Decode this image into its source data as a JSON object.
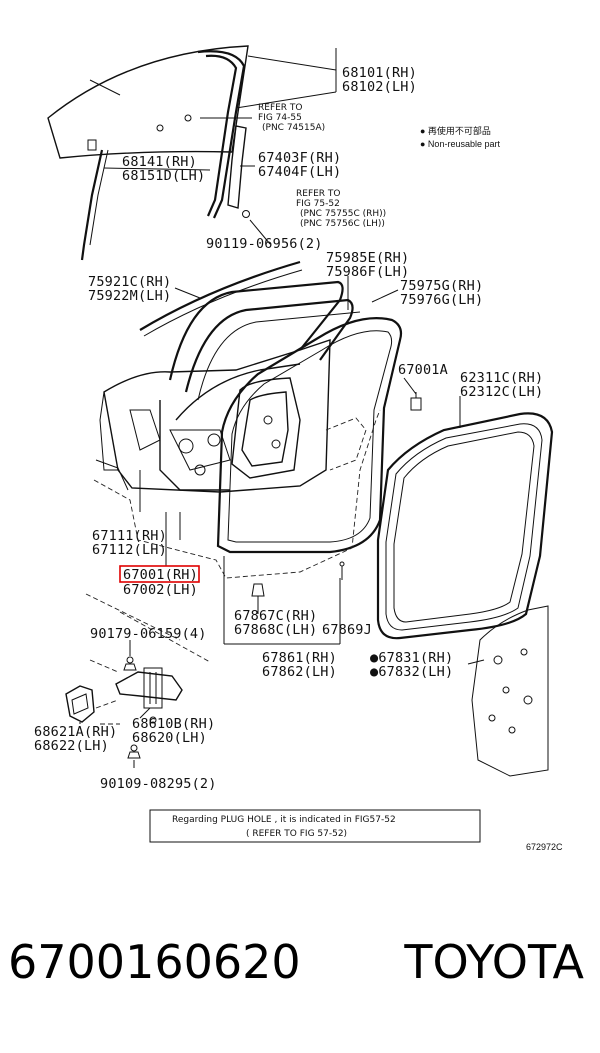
{
  "diagram": {
    "callouts": {
      "c68101": "68101(RH)",
      "c68102": "68102(LH)",
      "c68141": "68141(RH)",
      "c68151": "68151D(LH)",
      "c67403": "67403F(RH)",
      "c67404": "67404F(LH)",
      "c90119": "90119-06956(2)",
      "c75921": "75921C(RH)",
      "c75922": "75922M(LH)",
      "c75985": "75985E(RH)",
      "c75986": "75986F(LH)",
      "c75975": "75975G(RH)",
      "c75976": "75976G(LH)",
      "c67001a": "67001A",
      "c62311": "62311C(RH)",
      "c62312": "62312C(LH)",
      "c67111": "67111(RH)",
      "c67112": "67112(LH)",
      "c67001": "67001(RH)",
      "c67002": "67002(LH)",
      "c67867": "67867C(RH)",
      "c67868": "67868C(LH)",
      "c67869": "67869J",
      "c90179": "90179-06159(4)",
      "c67861": "67861(RH)",
      "c67862": "67862(LH)",
      "c67831": "●67831(RH)",
      "c67832": "●67832(LH)",
      "c68621": "68621A(RH)",
      "c68622": "68622(LH)",
      "c68610": "68610B(RH)",
      "c68620": "68620(LH)",
      "c90109": "90109-08295(2)"
    },
    "refer_a": [
      "REFER TO",
      "FIG 74-55",
      "(PNC 74515A)"
    ],
    "refer_b": [
      "REFER TO",
      "FIG 75-52",
      "(PNC 75755C (RH))",
      "(PNC 75756C (LH))"
    ],
    "legend": [
      "● 再使用不可部品",
      "● Non-reusable part"
    ],
    "note_line1": "Regarding PLUG HOLE , it is indicated in FIG57-52",
    "note_line2": "( REFER TO FIG 57-52)",
    "figure_code": "672972C",
    "highlight_color": "#e00000"
  },
  "footer": {
    "part_number": "6700160620",
    "brand": "TOYOTA"
  }
}
